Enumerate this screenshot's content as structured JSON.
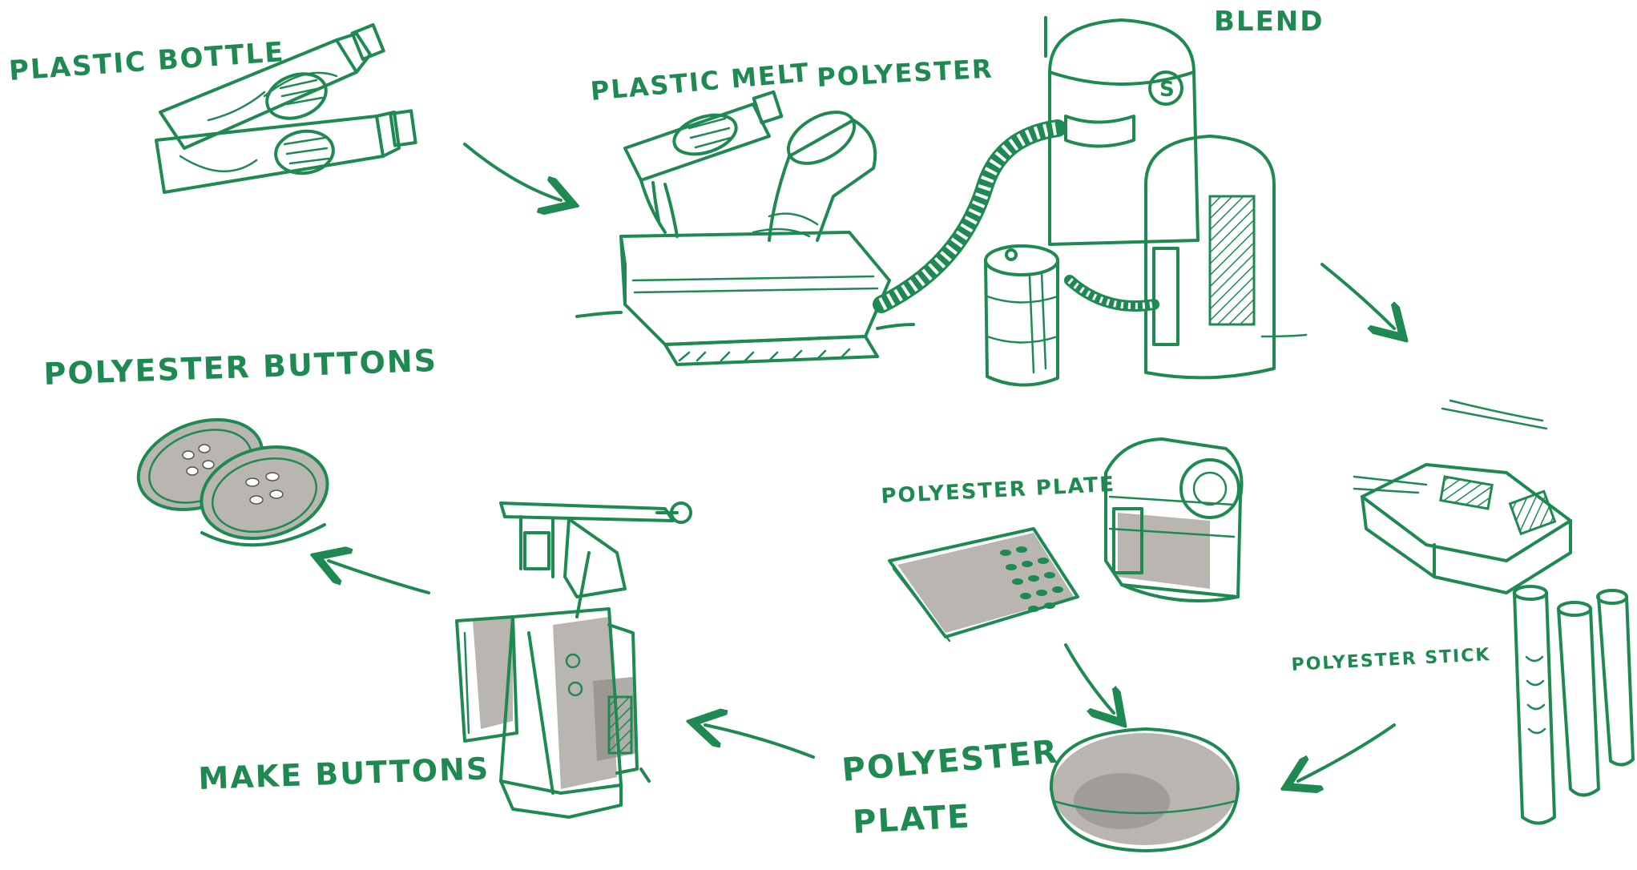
{
  "colors": {
    "ink": "#1e8a52",
    "shade": "#b9b6b2",
    "shade_dark": "#8f8b88",
    "background": "#ffffff"
  },
  "labels": {
    "plastic_bottle": "PLASTIC BOTTLE",
    "plastic_melt": "PLASTIC MELT",
    "polyester_top": "POLYESTER",
    "blend": "BLEND",
    "polyester_buttons": "POLYESTER BUTTONS",
    "polyester_plate_small": "POLYESTER PLATE",
    "polyester_stick": "POLYESTER STICK",
    "make_buttons": "MAKE BUTTONS",
    "polyester_plate_big_line1": "POLYESTER",
    "polyester_plate_big_line2": "PLATE"
  },
  "icons": [
    "plastic-bottles-icon",
    "melting-tank-icon",
    "blend-tanks-icon",
    "extruder-sticks-icon",
    "plate-sheet-icon",
    "rolling-machine-icon",
    "polyester-disc-icon",
    "button-press-machine-icon",
    "buttons-icon"
  ]
}
